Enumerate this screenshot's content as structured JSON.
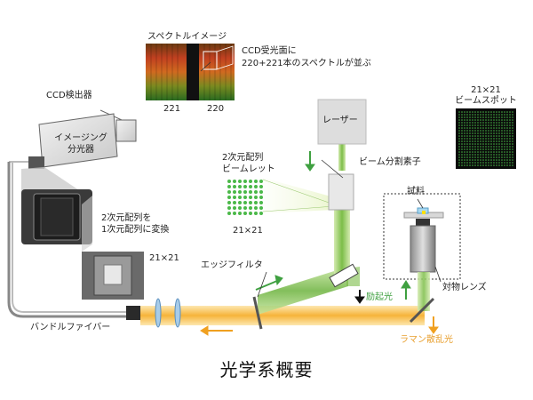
{
  "labels": {
    "spectrum_image": "スペクトルイメージ",
    "ccd_surface_line1": "CCD受光面に",
    "ccd_surface_line2": "220+221本のスペクトルが並ぶ",
    "col_221": "221",
    "col_220": "220",
    "ccd_detector": "CCD検出器",
    "imaging_spectrometer_line1": "イメージング",
    "imaging_spectrometer_line2": "分光器",
    "laser": "レーザー",
    "beam_splitter": "ビーム分割素子",
    "spot_size": "21×21",
    "beam_spot": "ビームスポット",
    "sample": "試料",
    "array_2d_line1": "2次元配列",
    "array_2d_line2": "ビームレット",
    "array_size": "21×21",
    "convert_line1": "2次元配列を",
    "convert_line2": "1次元配列に変換",
    "fiber_size": "21×21",
    "edge_filter": "エッジフィルタ",
    "excitation": "励起光",
    "objective_lens": "対物レンズ",
    "raman": "ラマン散乱光",
    "bundle_fiber": "バンドルファイバー",
    "title": "光学系概要"
  },
  "colors": {
    "excitation_green": "#3fa040",
    "raman_orange": "#f0a020",
    "beam_green": "#8cc63f",
    "spot_green": "#4ab848"
  }
}
